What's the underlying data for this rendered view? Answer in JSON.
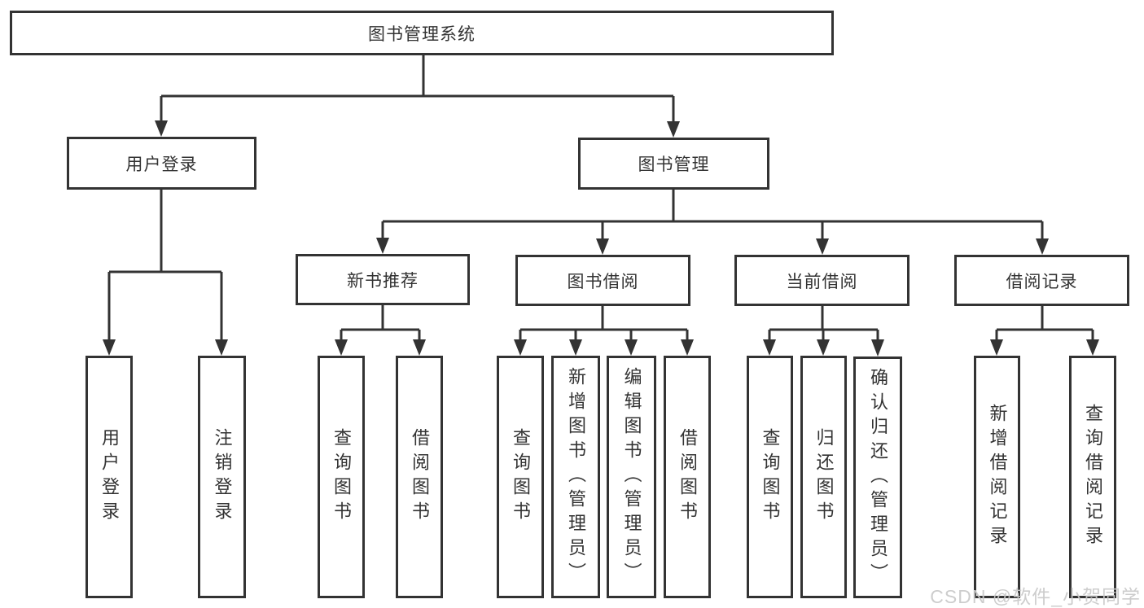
{
  "diagram": {
    "root": "图书管理系统",
    "branches": {
      "level2": [
        "用户登录",
        "图书管理"
      ],
      "level3": [
        "新书推荐",
        "图书借阅",
        "当前借阅",
        "借阅记录"
      ]
    },
    "leaves": [
      "用户登录",
      "注销登录",
      "查询图书",
      "借阅图书",
      "查询图书",
      "新增图书（管理员）",
      "编辑图书（管理员）",
      "借阅图书",
      "查询图书",
      "归还图书",
      "确认归还（管理员）",
      "新增借阅记录",
      "查询借阅记录"
    ],
    "hierarchy": {
      "图书管理系统": [
        "用户登录",
        "图书管理"
      ],
      "用户登录": [
        "用户登录",
        "注销登录"
      ],
      "图书管理": [
        "新书推荐",
        "图书借阅",
        "当前借阅",
        "借阅记录"
      ],
      "新书推荐": [
        "查询图书",
        "借阅图书"
      ],
      "图书借阅": [
        "查询图书",
        "新增图书（管理员）",
        "编辑图书（管理员）",
        "借阅图书"
      ],
      "当前借阅": [
        "查询图书",
        "归还图书",
        "确认归还（管理员）"
      ],
      "借阅记录": [
        "新增借阅记录",
        "查询借阅记录"
      ]
    }
  },
  "watermark": {
    "text": "CSDN @软件_小贺同学"
  },
  "colors": {
    "line": "#333333",
    "text": "#333333",
    "box_background": "#ffffff",
    "watermark": "#c9c9c9",
    "page_background": "#ffffff"
  }
}
